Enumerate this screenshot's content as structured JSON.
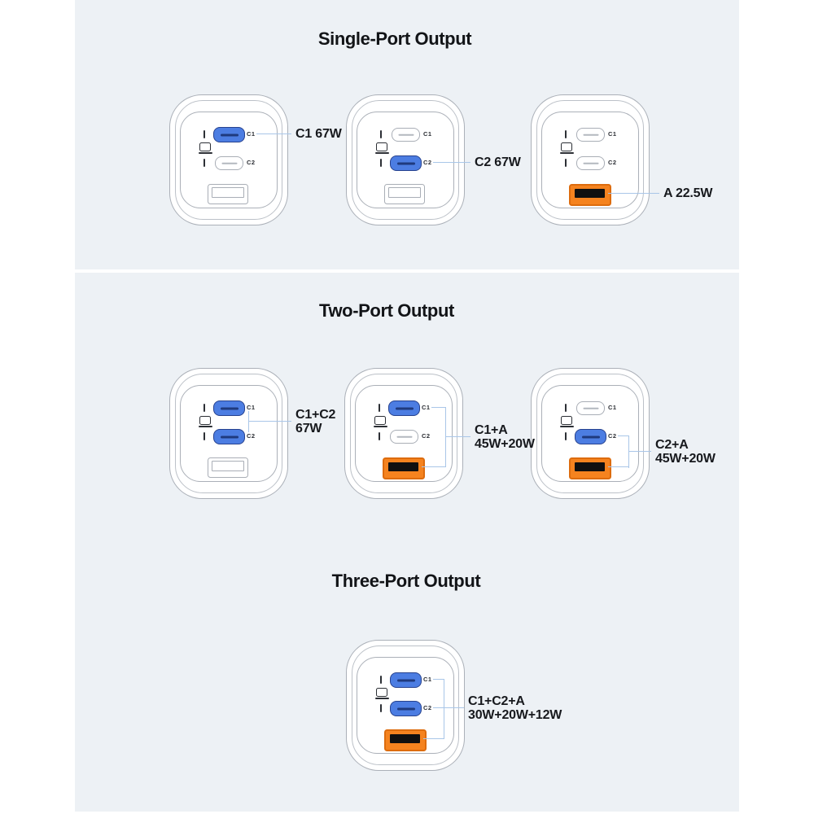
{
  "colors": {
    "background": "#ffffff",
    "panel_background": "#edf1f5",
    "usb_c_active_fill": "#4c7de2",
    "usb_c_active_border": "#27428e",
    "usb_a_active_fill": "#f5831f",
    "usb_a_active_border": "#dd6c0e",
    "outline_gray": "#a9aeb6",
    "callout_line": "#a9c6e8",
    "text": "#17191d"
  },
  "sections": [
    {
      "title": "Single-Port Output",
      "chargers": [
        {
          "c1_label": "C1",
          "c2_label": "C2",
          "highlight": "C1",
          "callout_line1": "C1 67W"
        },
        {
          "c1_label": "C1",
          "c2_label": "C2",
          "highlight": "C2",
          "callout_line1": "C2 67W"
        },
        {
          "c1_label": "C1",
          "c2_label": "C2",
          "highlight": "A",
          "callout_line1": "A 22.5W"
        }
      ]
    },
    {
      "title": "Two-Port Output",
      "chargers": [
        {
          "c1_label": "C1",
          "c2_label": "C2",
          "highlight": "C1+C2",
          "callout_line1": "C1+C2",
          "callout_line2": "67W"
        },
        {
          "c1_label": "C1",
          "c2_label": "C2",
          "highlight": "C1+A",
          "callout_line1": "C1+A",
          "callout_line2": "45W+20W"
        },
        {
          "c1_label": "C1",
          "c2_label": "C2",
          "highlight": "C2+A",
          "callout_line1": "C2+A",
          "callout_line2": "45W+20W"
        }
      ]
    },
    {
      "title": "Three-Port Output",
      "chargers": [
        {
          "c1_label": "C1",
          "c2_label": "C2",
          "highlight": "C1+C2+A",
          "callout_line1": "C1+C2+A",
          "callout_line2": "30W+20W+12W"
        }
      ]
    }
  ]
}
